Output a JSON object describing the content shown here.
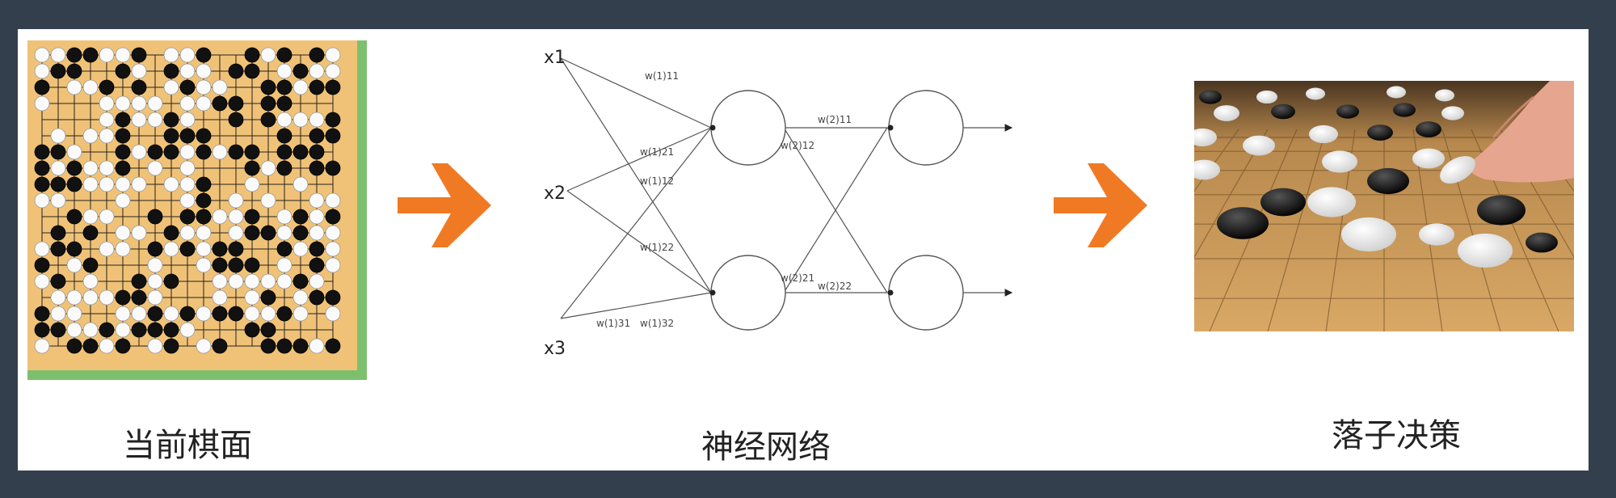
{
  "captions": {
    "board": "当前棋面",
    "network": "神经网络",
    "decision": "落子决策"
  },
  "network": {
    "inputs": [
      "x1",
      "x2",
      "x3"
    ],
    "layer1_weights": [
      "w(1)11",
      "w(1)21",
      "w(1)12",
      "w(1)22",
      "w(1)31",
      "w(1)32"
    ],
    "layer2_weights": [
      "w(2)11",
      "w(2)12",
      "w(2)21",
      "w(2)22"
    ]
  },
  "colors": {
    "background": "#343f4e",
    "panel": "#ffffff",
    "arrow": "#f07a24",
    "board": "#f0c277",
    "board_border": "#7cc06e"
  }
}
